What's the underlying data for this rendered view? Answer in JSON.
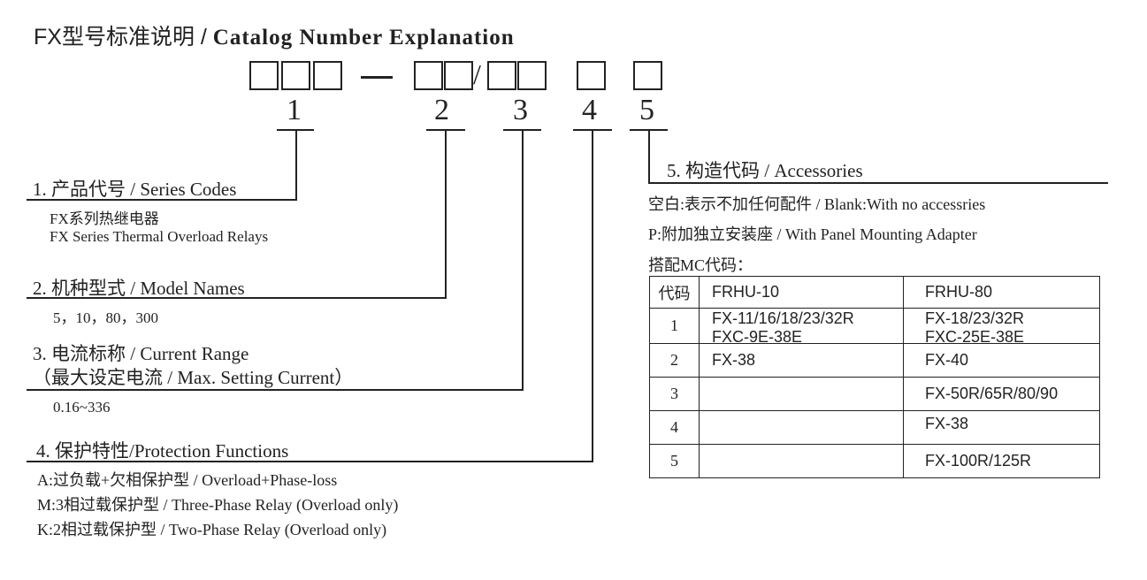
{
  "title": {
    "cn": "FX型号标准说明",
    "sep": " / ",
    "en": "Catalog Number Explanation"
  },
  "code_pattern": {
    "dash": "—",
    "slash": "/",
    "numbers": [
      "1",
      "2",
      "3",
      "4",
      "5"
    ]
  },
  "sections": {
    "s1": {
      "heading": "1. 产品代号  / Series Codes",
      "lines": [
        "FX系列热继电器",
        "FX Series Thermal Overload Relays"
      ]
    },
    "s2": {
      "heading": "2. 机种型式  / Model Names",
      "lines": [
        "5，10，80，300"
      ]
    },
    "s3": {
      "heading": "3. 电流标称  / Current Range",
      "heading2": "（最大设定电流  / Max. Setting Current）",
      "lines": [
        "0.16~336"
      ]
    },
    "s4": {
      "heading": "4. 保护特性/Protection Functions",
      "lines": [
        "A:过负载+欠相保护型  / Overload+Phase-loss",
        "M:3相过载保护型  / Three-Phase Relay (Overload only)",
        "K:2相过载保护型  / Two-Phase Relay (Overload only)"
      ]
    },
    "s5": {
      "heading": "5. 构造代码  / Accessories",
      "lines": [
        "空白:表示不加任何配件 / Blank:With no accessries",
        "P:附加独立安装座 / With Panel Mounting Adapter",
        "搭配MC代码："
      ]
    }
  },
  "mc_table": {
    "header": {
      "code": "代码",
      "c1": "FRHU-10",
      "c2": "FRHU-80"
    },
    "rows": [
      {
        "code": "1",
        "c1": [
          "FX-11/16/18/23/32R",
          "FXC-9E-38E"
        ],
        "c2": [
          "FX-18/23/32R",
          "FXC-25E-38E"
        ]
      },
      {
        "code": "2",
        "c1": [
          "FX-38"
        ],
        "c2": [
          "FX-40"
        ]
      },
      {
        "code": "3",
        "c1": [
          ""
        ],
        "c2": [
          "FX-50R/65R/80/90"
        ]
      },
      {
        "code": "4",
        "c1": [
          ""
        ],
        "c2": [
          "FX-38"
        ]
      },
      {
        "code": "5",
        "c1": [
          ""
        ],
        "c2": [
          "FX-100R/125R"
        ]
      }
    ]
  }
}
